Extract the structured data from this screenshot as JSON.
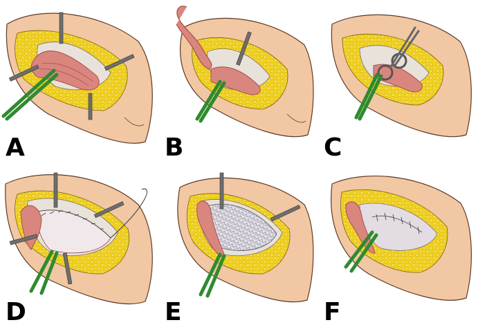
{
  "figure": {
    "panels": [
      {
        "id": "A",
        "label": "A"
      },
      {
        "id": "B",
        "label": "B"
      },
      {
        "id": "C",
        "label": "C"
      },
      {
        "id": "D",
        "label": "D"
      },
      {
        "id": "E",
        "label": "E"
      },
      {
        "id": "F",
        "label": "F"
      }
    ],
    "colors": {
      "skin": "#F2C7A3",
      "skin_outline": "#5b3a28",
      "fat": "#F3D21E",
      "fat_dot": "#C9A90E",
      "muscle": "#D9867E",
      "muscle_dark": "#A9504C",
      "fascia": "#E8E2DA",
      "retractor": "#6E6E6E",
      "penrose": "#2E8B2E",
      "mesh": "#C9C4CE",
      "suture": "#3A3A3A"
    }
  }
}
